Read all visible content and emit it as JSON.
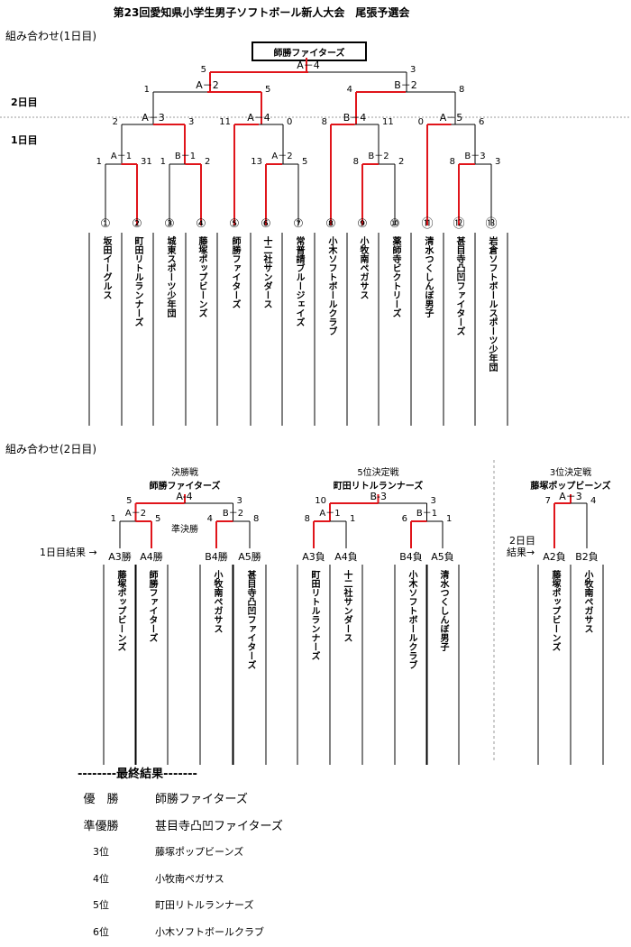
{
  "title": "第23回愛知県小学生男子ソフトボール新人大会　尾張予選会",
  "day1": {
    "heading": "組み合わせ(1日目)",
    "label_day2": "2日目",
    "label_day1": "1日目",
    "champion_box": "師勝ファイターズ",
    "final": {
      "code": "A－4",
      "left": "5",
      "right": "3"
    },
    "semis": [
      {
        "code": "A－2",
        "left": "1",
        "right": "5"
      },
      {
        "code": "B－2",
        "left": "4",
        "right": "8"
      }
    ],
    "quarters": [
      {
        "code": "A－3",
        "left": "2",
        "right": "3"
      },
      {
        "code": "A－4",
        "left": "11",
        "right": "0"
      },
      {
        "code": "B－4",
        "left": "8",
        "right": "11"
      },
      {
        "code": "A－5",
        "left": "0",
        "right": "6"
      }
    ],
    "firsts": [
      {
        "code": "A－1",
        "left": "1",
        "right": "31"
      },
      {
        "code": "B－1",
        "left": "1",
        "right": "2"
      },
      {
        "code": "A－2",
        "left": "13",
        "right": "5"
      },
      {
        "code": "B－2",
        "left": "8",
        "right": "2"
      },
      {
        "code": "B－3",
        "left": "8",
        "right": "3"
      }
    ],
    "teams": [
      {
        "num": "①",
        "name": "坂田イーグルス"
      },
      {
        "num": "②",
        "name": "町田リトルランナーズ"
      },
      {
        "num": "③",
        "name": "城東スポーツ少年団"
      },
      {
        "num": "④",
        "name": "藤塚ポップビーンズ"
      },
      {
        "num": "⑤",
        "name": "師勝ファイターズ"
      },
      {
        "num": "⑥",
        "name": "十二社サンダース"
      },
      {
        "num": "⑦",
        "name": "常普請ブルージェイズ"
      },
      {
        "num": "⑧",
        "name": "小木ソフトボールクラブ"
      },
      {
        "num": "⑨",
        "name": "小牧南ペガサス"
      },
      {
        "num": "⑩",
        "name": "薬師寺ビクトリーズ"
      },
      {
        "num": "⑪",
        "name": "清水つくしんぼ男子"
      },
      {
        "num": "⑫",
        "name": "甚目寺凸凹ファイターズ"
      },
      {
        "num": "⑬",
        "name": "岩倉ソフトボールスポーツ少年団"
      }
    ]
  },
  "day2": {
    "heading": "組み合わせ(2日目)",
    "result_label": "1日目結果 →",
    "result_label2_line1": "2日目",
    "result_label2_line2": "結果→",
    "final": {
      "caption": "決勝戦",
      "winner": "師勝ファイターズ",
      "code": "A-4",
      "left": "5",
      "right": "3",
      "semis": [
        {
          "code": "A－2",
          "left": "1",
          "right": "5"
        },
        {
          "code": "B－2",
          "left": "4",
          "right": "8"
        }
      ],
      "semis_label": "準決勝",
      "slots": [
        "A3勝",
        "A4勝",
        "B4勝",
        "A5勝"
      ],
      "teams": [
        "藤塚ポップビーンズ",
        "師勝ファイターズ",
        "小牧南ペガサス",
        "甚目寺凸凹ファイターズ"
      ]
    },
    "fifth": {
      "caption": "5位決定戦",
      "winner": "町田リトルランナーズ",
      "code": "B-3",
      "left": "10",
      "right": "3",
      "semis": [
        {
          "code": "A－1",
          "left": "8",
          "right": "1"
        },
        {
          "code": "B－1",
          "left": "6",
          "right": "1"
        }
      ],
      "slots": [
        "A3負",
        "A4負",
        "B4負",
        "A5負"
      ],
      "teams": [
        "町田リトルランナーズ",
        "十二社サンダース",
        "小木ソフトボールクラブ",
        "清水つくしんぼ男子"
      ]
    },
    "third": {
      "caption": "3位決定戦",
      "winner": "藤塚ポップビーンズ",
      "code": "A－3",
      "left": "7",
      "right": "4",
      "slots": [
        "A2負",
        "B2負"
      ],
      "teams": [
        "藤塚ポップビーンズ",
        "小牧南ペガサス"
      ]
    }
  },
  "final_results": {
    "heading": "--------最終結果-------",
    "rows": [
      {
        "rank": "優　勝",
        "team": "師勝ファイターズ"
      },
      {
        "rank": "準優勝",
        "team": "甚目寺凸凹ファイターズ"
      },
      {
        "rank": "3位",
        "team": "藤塚ポップビーンズ"
      },
      {
        "rank": "4位",
        "team": "小牧南ペガサス"
      },
      {
        "rank": "5位",
        "team": "町田リトルランナーズ"
      },
      {
        "rank": "6位",
        "team": "小木ソフトボールクラブ"
      }
    ]
  },
  "colors": {
    "win": "#e0151b",
    "line": "#000000",
    "dash": "#999999"
  }
}
